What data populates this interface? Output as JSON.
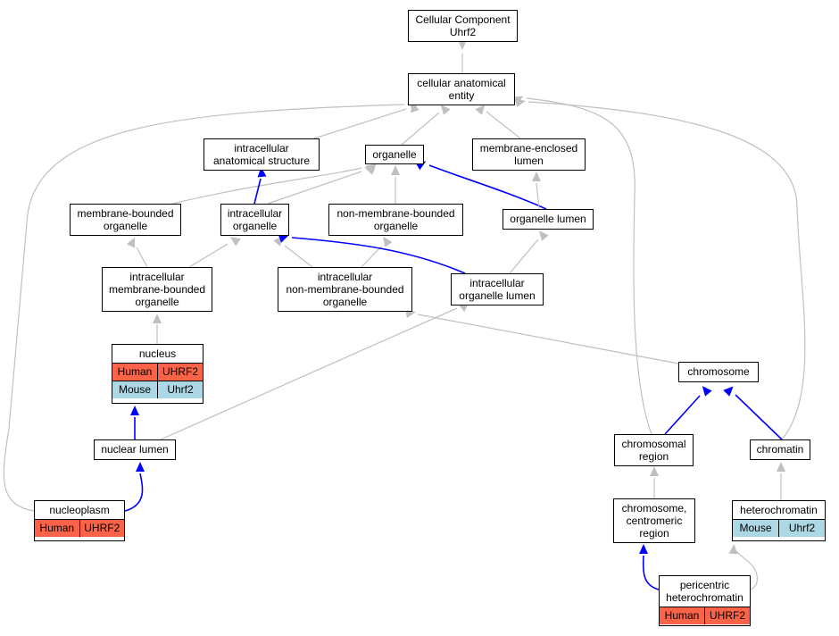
{
  "colors": {
    "is_a_edge": "#c0c0c0",
    "part_of_edge": "#0000ff",
    "human_row": "#fa6348",
    "mouse_row": "#acd8e5",
    "node_border": "#000000"
  },
  "nodes": {
    "root": {
      "label": "Cellular Component\nUhrf2"
    },
    "cae": {
      "label": "cellular anatomical\nentity"
    },
    "ias": {
      "label": "intracellular\nanatomical structure"
    },
    "organelle": {
      "label": "organelle"
    },
    "mel": {
      "label": "membrane-enclosed\nlumen"
    },
    "mbo": {
      "label": "membrane-bounded\norganelle"
    },
    "io": {
      "label": "intracellular\norganelle"
    },
    "nmbo": {
      "label": "non-membrane-bounded\norganelle"
    },
    "ol": {
      "label": "organelle lumen"
    },
    "imbo": {
      "label": "intracellular\nmembrane-bounded\norganelle"
    },
    "inmbo": {
      "label": "intracellular\nnon-membrane-bounded\norganelle"
    },
    "iol": {
      "label": "intracellular\norganelle lumen"
    },
    "nucleus": {
      "label": "nucleus",
      "rows": [
        {
          "species": "Human",
          "gene": "UHRF2"
        },
        {
          "species": "Mouse",
          "gene": "Uhrf2"
        }
      ]
    },
    "chromosome": {
      "label": "chromosome"
    },
    "nuclumen": {
      "label": "nuclear lumen"
    },
    "chromreg": {
      "label": "chromosomal\nregion"
    },
    "chromatin": {
      "label": "chromatin"
    },
    "nucleoplasm": {
      "label": "nucleoplasm",
      "rows": [
        {
          "species": "Human",
          "gene": "UHRF2"
        }
      ]
    },
    "centromeric": {
      "label": "chromosome,\ncentromeric\nregion"
    },
    "heterochromatin": {
      "label": "heterochromatin",
      "rows": [
        {
          "species": "Mouse",
          "gene": "Uhrf2"
        }
      ]
    },
    "pericentric": {
      "label": "pericentric\nheterochromatin",
      "rows": [
        {
          "species": "Human",
          "gene": "UHRF2"
        }
      ]
    }
  },
  "edges": [
    {
      "from": "cae",
      "to": "root",
      "type": "is_a"
    },
    {
      "from": "ias",
      "to": "cae",
      "type": "is_a"
    },
    {
      "from": "organelle",
      "to": "cae",
      "type": "is_a"
    },
    {
      "from": "mel",
      "to": "cae",
      "type": "is_a"
    },
    {
      "from": "nucleoplasm",
      "to": "cae",
      "type": "is_a"
    },
    {
      "from": "chromreg",
      "to": "cae",
      "type": "is_a"
    },
    {
      "from": "chromatin",
      "to": "cae",
      "type": "is_a"
    },
    {
      "from": "mbo",
      "to": "organelle",
      "type": "is_a"
    },
    {
      "from": "io",
      "to": "organelle",
      "type": "is_a"
    },
    {
      "from": "nmbo",
      "to": "organelle",
      "type": "is_a"
    },
    {
      "from": "ol",
      "to": "organelle",
      "type": "part_of"
    },
    {
      "from": "io",
      "to": "ias",
      "type": "part_of"
    },
    {
      "from": "ol",
      "to": "mel",
      "type": "is_a"
    },
    {
      "from": "imbo",
      "to": "mbo",
      "type": "is_a"
    },
    {
      "from": "imbo",
      "to": "io",
      "type": "is_a"
    },
    {
      "from": "inmbo",
      "to": "io",
      "type": "is_a"
    },
    {
      "from": "inmbo",
      "to": "nmbo",
      "type": "is_a"
    },
    {
      "from": "iol",
      "to": "io",
      "type": "part_of"
    },
    {
      "from": "iol",
      "to": "ol",
      "type": "is_a"
    },
    {
      "from": "nucleus",
      "to": "imbo",
      "type": "is_a"
    },
    {
      "from": "chromosome",
      "to": "inmbo",
      "type": "is_a"
    },
    {
      "from": "nuclumen",
      "to": "nucleus",
      "type": "part_of"
    },
    {
      "from": "nuclumen",
      "to": "iol",
      "type": "is_a"
    },
    {
      "from": "chromreg",
      "to": "chromosome",
      "type": "part_of"
    },
    {
      "from": "chromatin",
      "to": "chromosome",
      "type": "part_of"
    },
    {
      "from": "nucleoplasm",
      "to": "nuclumen",
      "type": "part_of"
    },
    {
      "from": "centromeric",
      "to": "chromreg",
      "type": "is_a"
    },
    {
      "from": "heterochromatin",
      "to": "chromatin",
      "type": "is_a"
    },
    {
      "from": "pericentric",
      "to": "centromeric",
      "type": "part_of"
    },
    {
      "from": "pericentric",
      "to": "heterochromatin",
      "type": "is_a"
    }
  ]
}
